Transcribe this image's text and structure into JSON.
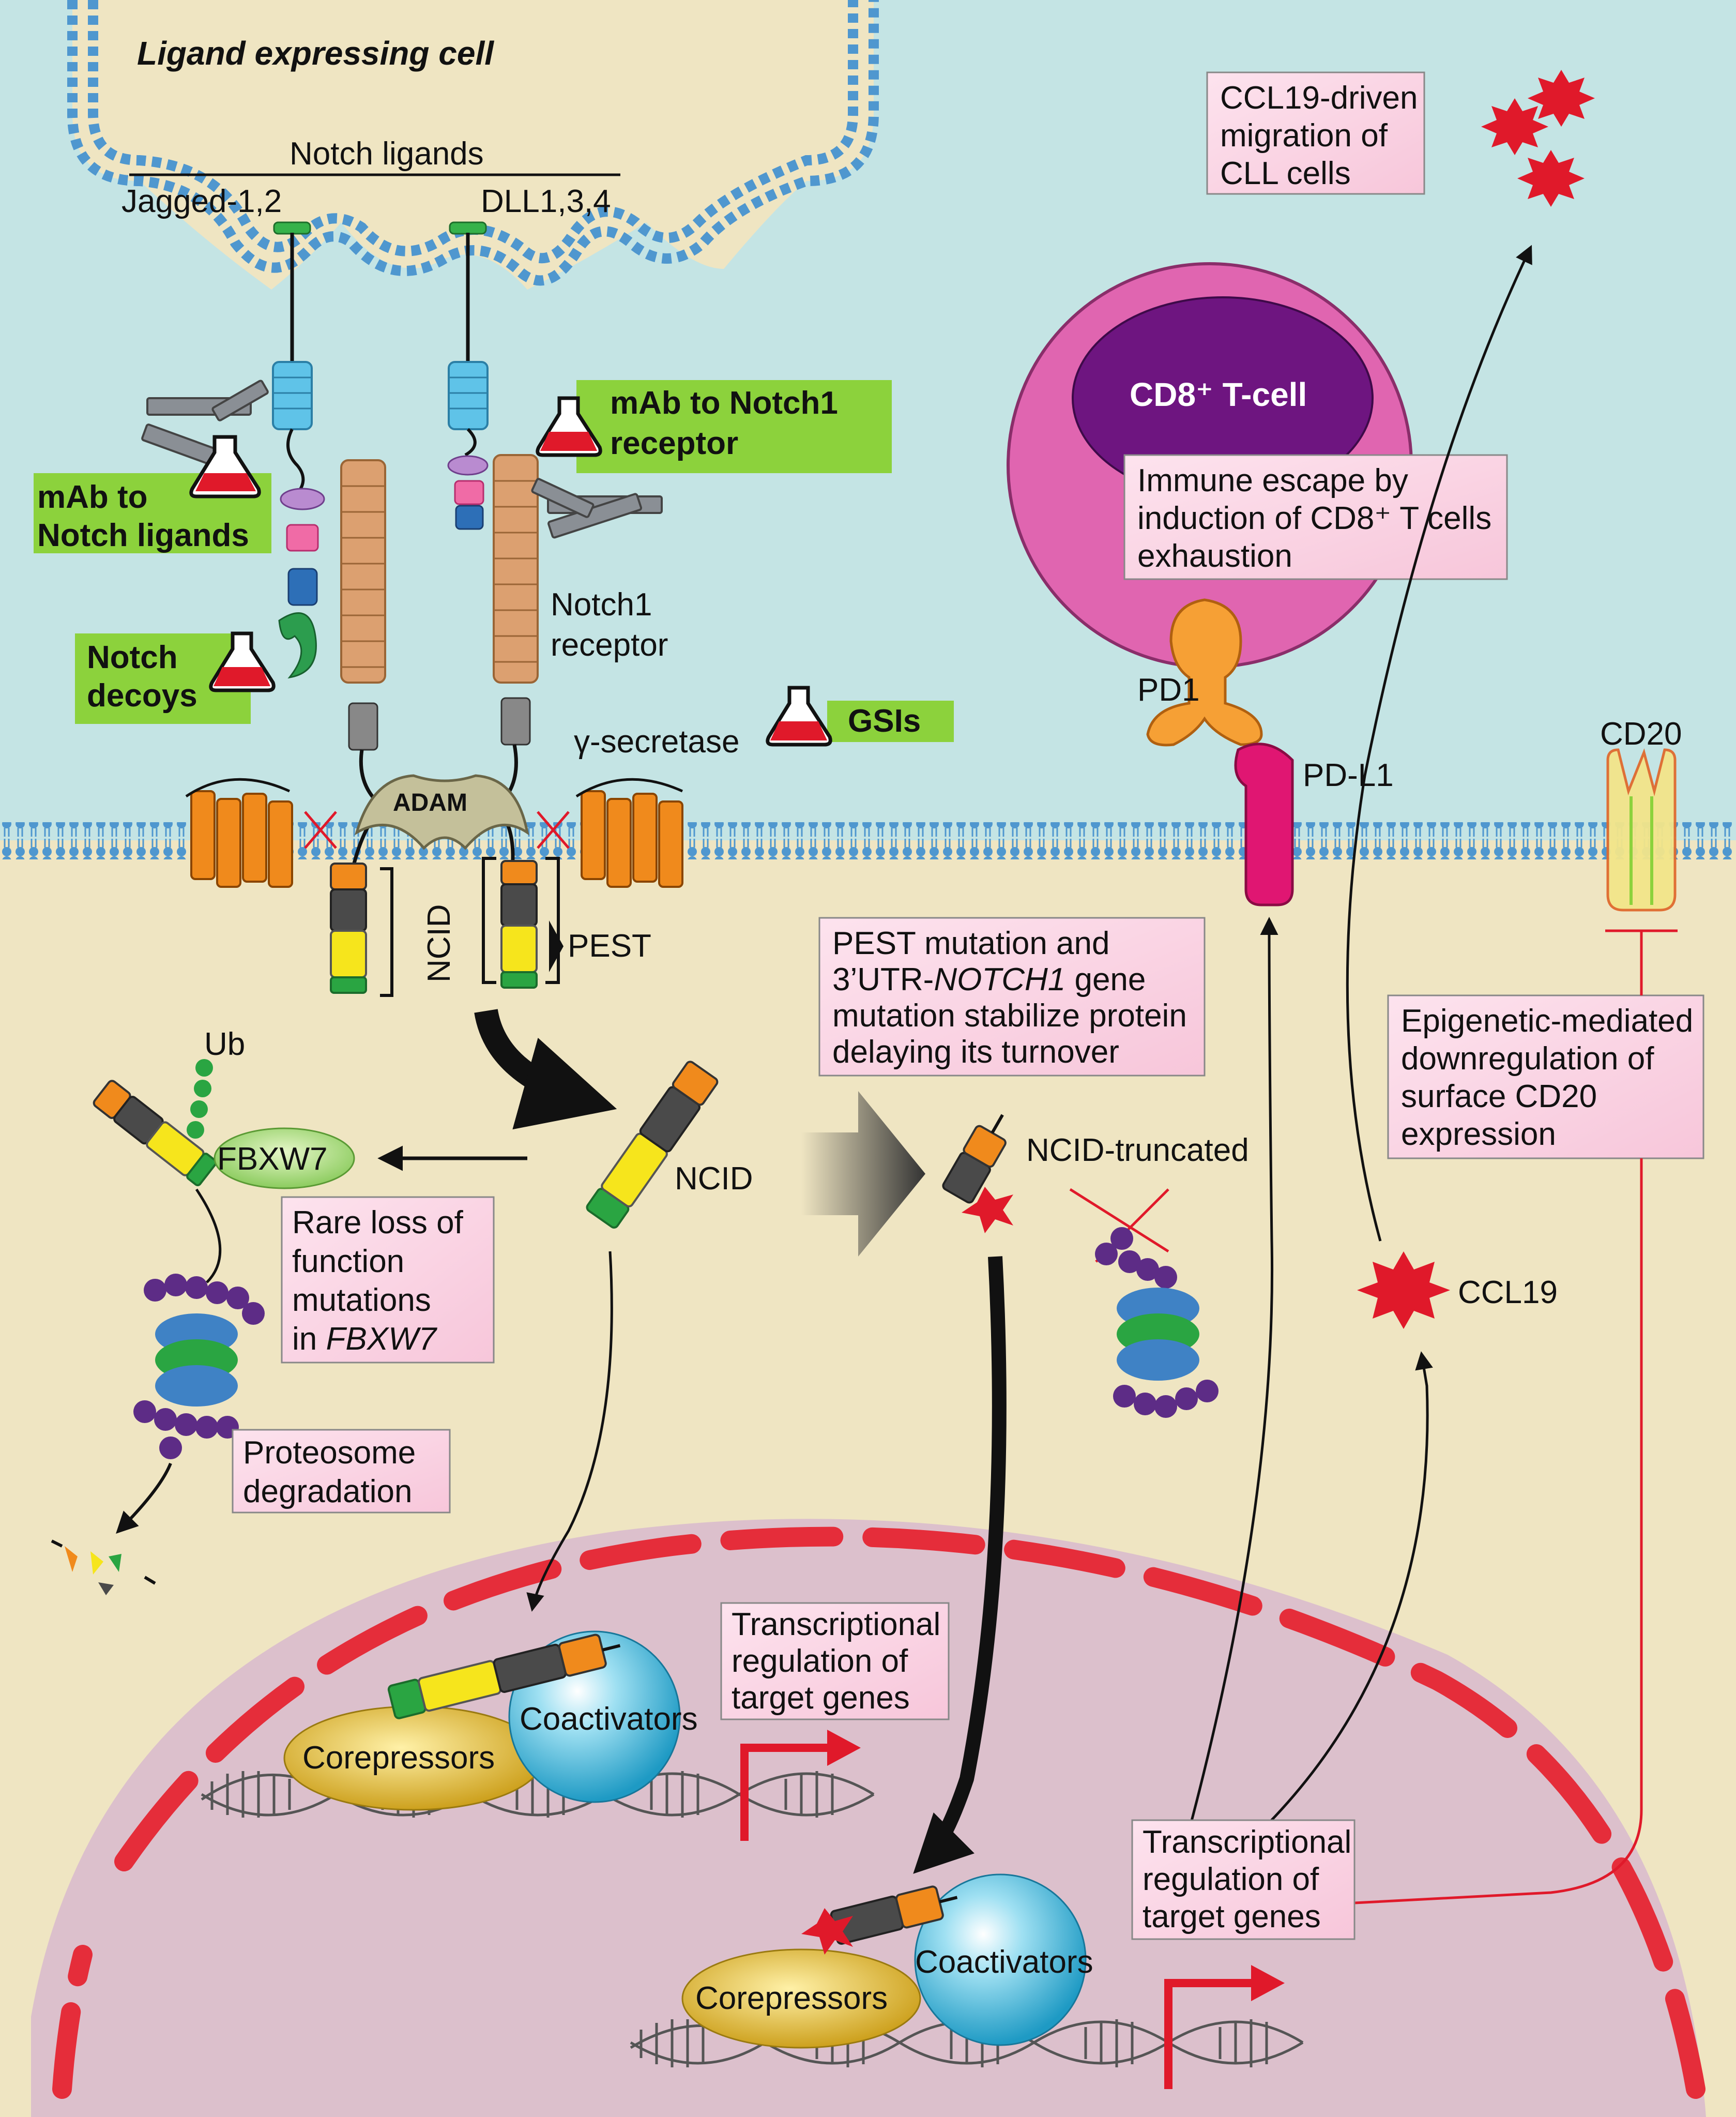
{
  "title": "Ligand expressing cell",
  "ligands": {
    "header": "Notch ligands",
    "jagged": "Jagged-1,2",
    "dll": "DLL1,3,4"
  },
  "therapies": {
    "mab_ligands": [
      "mAb to",
      "Notch ligands"
    ],
    "mab_receptor": [
      "mAb to Notch1",
      "receptor"
    ],
    "decoys": [
      "Notch",
      "decoys"
    ],
    "gsis": "GSIs"
  },
  "membrane_labels": {
    "receptor": [
      "Notch1",
      "receptor"
    ],
    "gamma_secretase": "γ-secretase",
    "adam": "ADAM",
    "ncid": "NCID",
    "pest": "PEST"
  },
  "cytoplasm": {
    "ub": "Ub",
    "fbxw7": "FBXW7",
    "ncid": "NCID",
    "ncid_truncated": "NCID-truncated",
    "fbxw7_box": [
      "Rare loss of",
      "function",
      "mutations",
      "in FBXW7"
    ],
    "proteosome_box": [
      "Proteosome",
      "degradation"
    ],
    "pest_box": [
      "PEST mutation and",
      "3’UTR-NOTCH1 gene",
      "mutation stabilize protein",
      "delaying its turnover"
    ],
    "ccl19": "CCL19"
  },
  "right_side": {
    "ccl19_box": [
      "CCL19-driven",
      "migration of",
      "CLL cells"
    ],
    "tcell": "CD8⁺ T-cell",
    "immune_box": [
      "Immune escape by",
      "induction of CD8⁺ T cells",
      "exhaustion"
    ],
    "pd1": "PD1",
    "pdl1": "PD-L1",
    "cd20": "CD20",
    "epigenetic_box": [
      "Epigenetic-mediated",
      "downregulation of",
      "surface CD20",
      "expression"
    ]
  },
  "nucleus": {
    "coactivators": "Coactivators",
    "corepressors": "Corepressors",
    "trans_box_1": [
      "Transcriptional",
      "regulation of",
      "target genes"
    ],
    "trans_box_2": [
      "Transcriptional",
      "regulation of",
      "target genes"
    ]
  },
  "colors": {
    "extracellular": "#c4e4e4",
    "cytoplasm": "#efe5c2",
    "nucleus": "#dcc0cc",
    "green_label": "#8cd23c",
    "pink_box": "#fad4e4",
    "membrane_blue": "#4f97cf"
  }
}
